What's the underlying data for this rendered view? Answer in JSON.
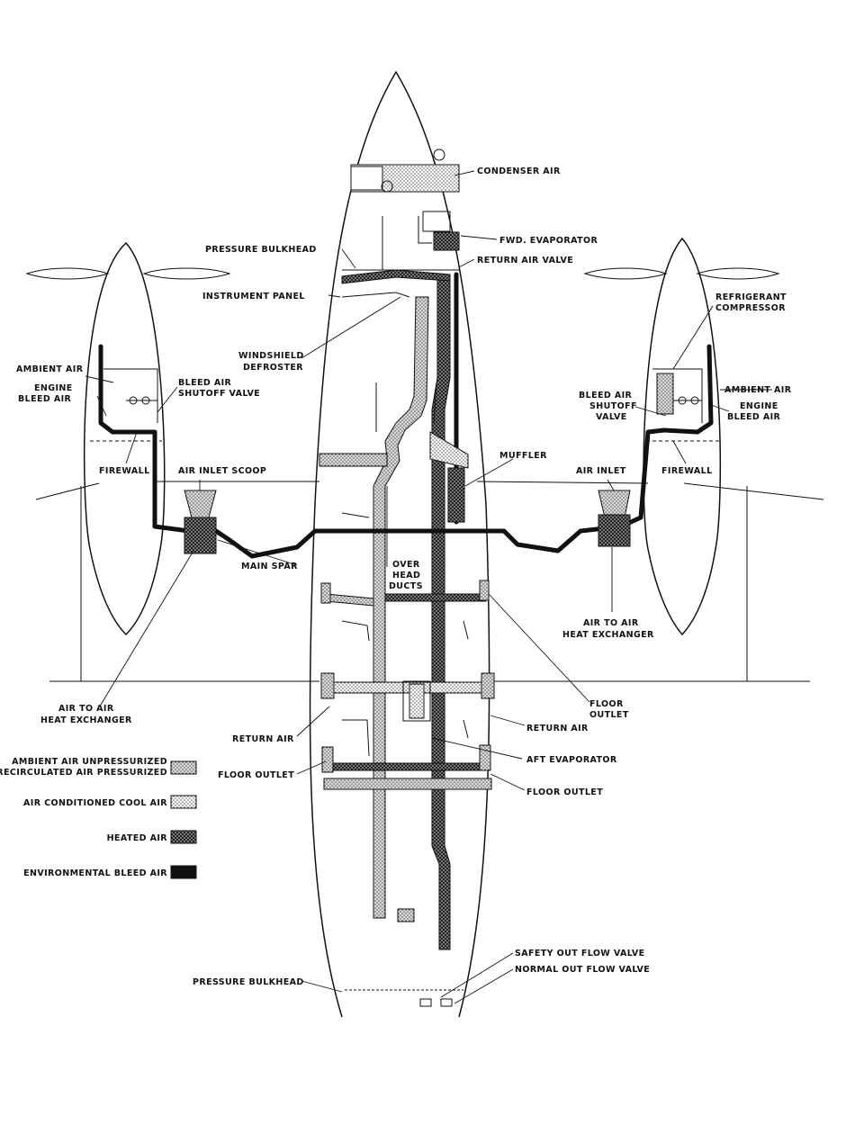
{
  "labels": {
    "condenser_air": "CONDENSER AIR",
    "fwd_evaporator": "FWD. EVAPORATOR",
    "pressure_bulkhead_top": "PRESSURE BULKHEAD",
    "return_air_valve": "RETURN AIR VALVE",
    "instrument_panel": "INSTRUMENT PANEL",
    "refrigerant_line1": "REFRIGERANT",
    "refrigerant_line2": "COMPRESSOR",
    "windshield_line1": "WINDSHIELD",
    "windshield_line2": "DEFROSTER",
    "ambient_air_left": "AMBIENT AIR",
    "engine_left_line1": "ENGINE",
    "engine_left_line2": "BLEED AIR",
    "bleed_valve_left_line1": "BLEED AIR",
    "bleed_valve_left_line2": "SHUTOFF VALVE",
    "ambient_air_right": "AMBIENT AIR",
    "bleed_valve_right_line1": "BLEED AIR",
    "bleed_valve_right_line2": "SHUTOFF",
    "bleed_valve_right_line3": "VALVE",
    "engine_right_line1": "ENGINE",
    "engine_right_line2": "BLEED AIR",
    "firewall_left": "FIREWALL",
    "air_inlet_scoop": "AIR INLET SCOOP",
    "muffler": "MUFFLER",
    "air_inlet_right": "AIR INLET",
    "firewall_right": "FIREWALL",
    "main_spar": "MAIN SPAR",
    "overhead_line1": "OVER",
    "overhead_line2": "HEAD",
    "overhead_line3": "DUCTS",
    "hx_right_line1": "AIR TO AIR",
    "hx_right_line2": "HEAT EXCHANGER",
    "hx_left_line1": "AIR TO AIR",
    "hx_left_line2": "HEAT EXCHANGER",
    "floor_outlet_right1_line1": "FLOOR",
    "floor_outlet_right1_line2": "OUTLET",
    "return_air_left": "RETURN AIR",
    "return_air_right": "RETURN AIR",
    "aft_evaporator": "AFT EVAPORATOR",
    "floor_outlet_left": "FLOOR OUTLET",
    "floor_outlet_right2": "FLOOR OUTLET",
    "safety_valve": "SAFETY OUT FLOW VALVE",
    "normal_valve": "NORMAL OUT FLOW VALVE",
    "pressure_bulkhead_bottom": "PRESSURE BULKHEAD"
  },
  "legend": [
    {
      "line1": "AMBIENT AIR UNPRESSURIZED",
      "line2": "RECIRCULATED AIR PRESSURIZED",
      "pattern": "ambient"
    },
    {
      "line1": "AIR CONDITIONED COOL AIR",
      "line2": "",
      "pattern": "cool"
    },
    {
      "line1": "HEATED AIR",
      "line2": "",
      "pattern": "heated"
    },
    {
      "line1": "ENVIRONMENTAL BLEED AIR",
      "line2": "",
      "pattern": "bleed"
    }
  ],
  "colors": {
    "line": "#111111",
    "background": "#ffffff",
    "bleed_fill": "#111111"
  }
}
